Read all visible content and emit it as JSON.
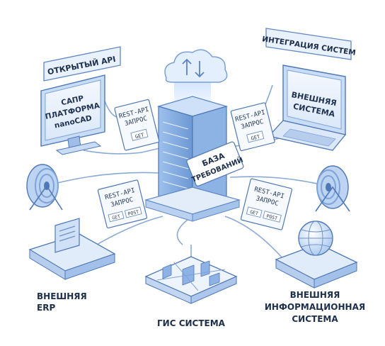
{
  "labels": {
    "open_api": "ОТКРЫТЫЙ API",
    "integration": "ИНТЕГРАЦИЯ СИСТЕМ",
    "db": [
      "БАЗА",
      "ТРЕБОВАНИЙ"
    ],
    "cad_screen": [
      "САПР",
      "ПЛАТФОРМА",
      "nanoCAD"
    ],
    "ext_screen": [
      "ВНЕШНЯЯ",
      "СИСТЕМА"
    ],
    "erp": [
      "ВНЕШНЯЯ",
      "ERP"
    ],
    "gis": "ГИС СИСТЕМА",
    "ext_info": [
      "ВНЕШНЯЯ",
      "ИНФОРМАЦИОННАЯ",
      "СИСТЕМА"
    ]
  },
  "requests": [
    {
      "title": [
        "REST-API",
        "ЗАПРОС"
      ],
      "methods": [
        "GET"
      ]
    },
    {
      "title": [
        "REST-API",
        "ЗАПРОС"
      ],
      "methods": [
        "GET"
      ]
    },
    {
      "title": [
        "REST-API",
        "ЗАПРОС"
      ],
      "methods": [
        "GET",
        "POST"
      ]
    },
    {
      "title": [
        "REST-API",
        "ЗАПРОС"
      ],
      "methods": [
        "GET",
        "POST"
      ]
    }
  ],
  "colors": {
    "line": "#6f92c4",
    "fill": "#e8f1fc",
    "accent": "#4b86d6",
    "text": "#1d2f4a"
  }
}
